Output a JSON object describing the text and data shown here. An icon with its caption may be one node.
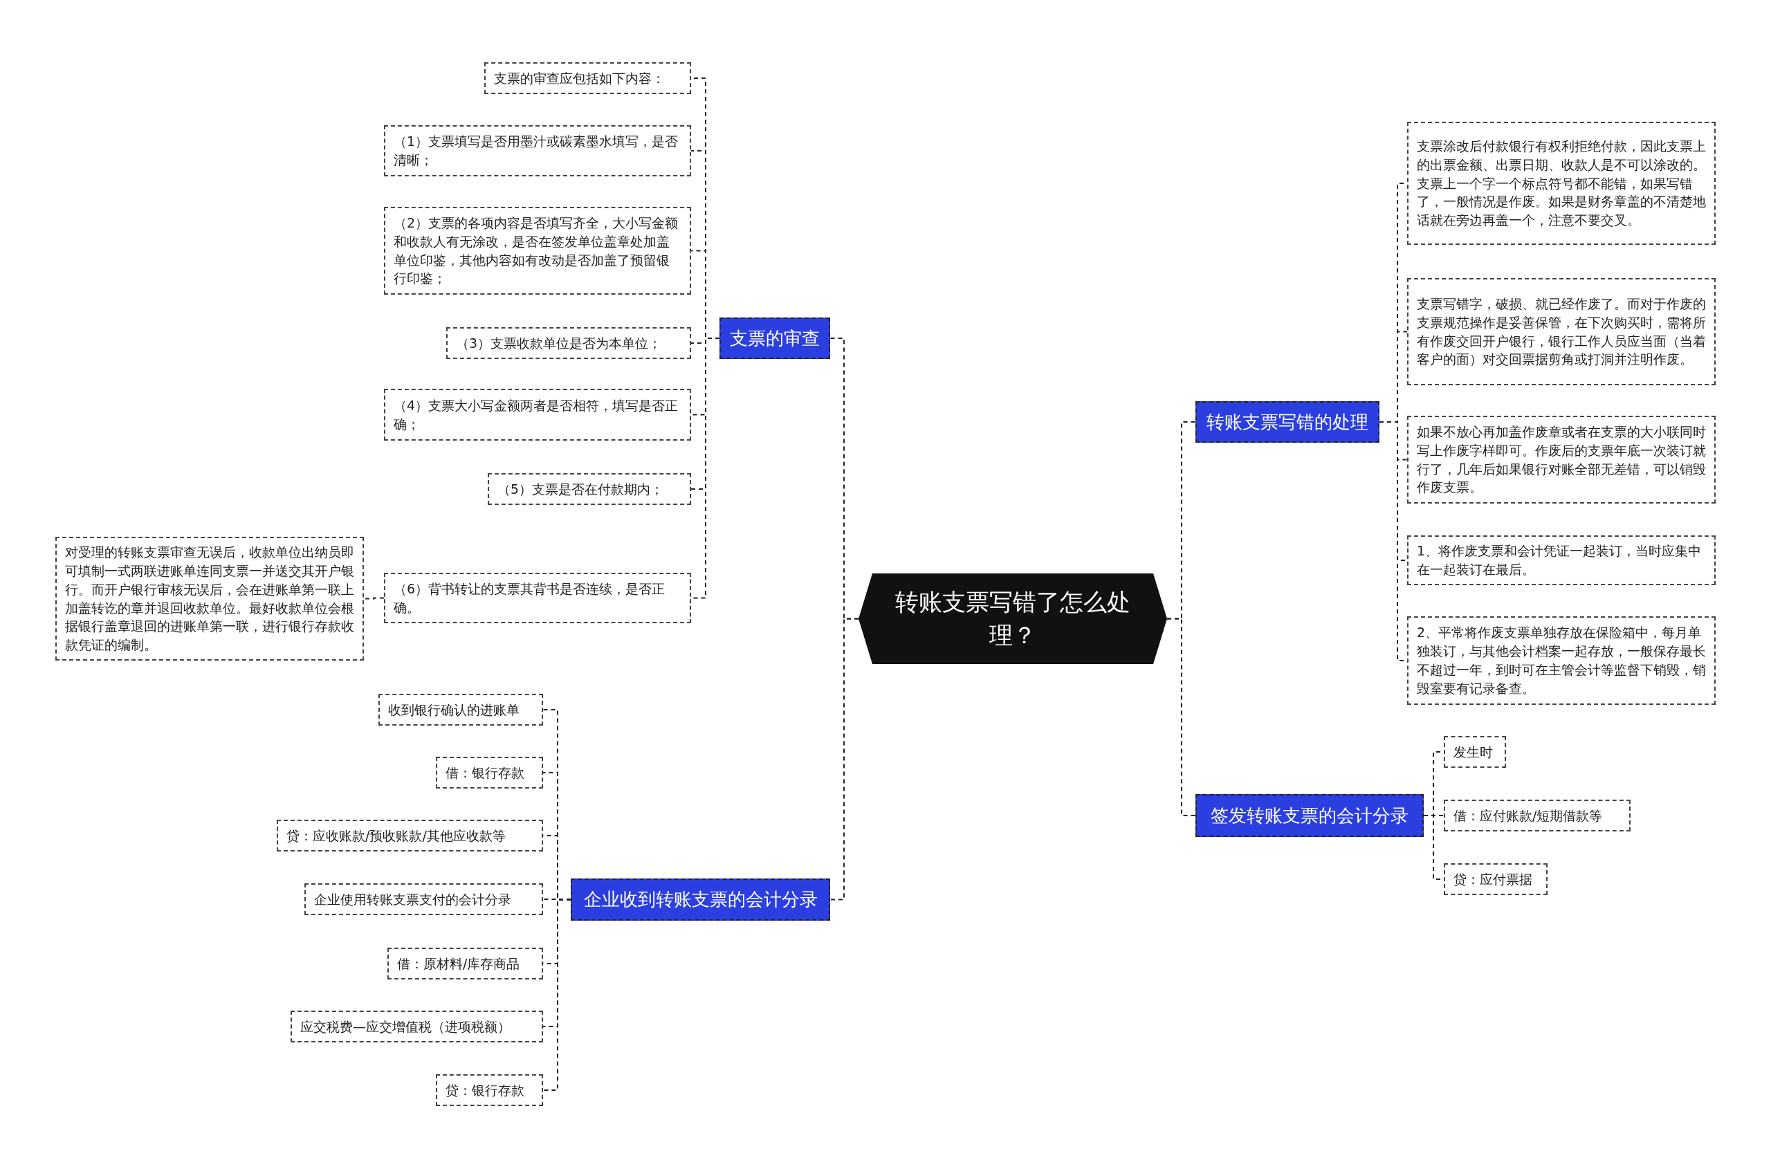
{
  "diagram": {
    "nodes": [
      {
        "text": [
          "转账支票写错了怎么处理？"
        ]
      },
      {
        "text": [
          "支票的审查"
        ]
      },
      {
        "text": [
          "支票的审查应包括如下内容："
        ]
      },
      {
        "text": [
          "（1）支票填写是否用墨汁或碳素墨水填写，是否清晰；"
        ]
      },
      {
        "text": [
          "（2）支票的各项内容是否填写齐全，大小写金额和收款人有无涂改，是否在签发单位盖章处加盖单位印鉴，其他内容如有改动是否加盖了预留银行印鉴；"
        ]
      },
      {
        "text": [
          "（3）支票收款单位是否为本单位；"
        ]
      },
      {
        "text": [
          "（4）支票大小写金额两者是否相符，填写是否正确；"
        ]
      },
      {
        "text": [
          "（5）支票是否在付款期内；"
        ]
      },
      {
        "text": [
          "（6）背书转让的支票其背书是否连续，是否正确。"
        ]
      },
      {
        "text": [
          "对受理的转账支票审查无误后，收款单位出纳员即可填制一式两联进账单连同支票一并送交其开户银行。而开户银行审核无误后，会在进账单第一联上加盖转讫的章并退回收款单位。最好收款单位会根据银行盖章退回的进账单第一联，进行银行存款收款凭证的编制。"
        ]
      },
      {
        "text": [
          "企业收到转账支票的会计分录"
        ]
      },
      {
        "text": [
          "收到银行确认的进账单"
        ]
      },
      {
        "text": [
          "借：银行存款"
        ]
      },
      {
        "text": [
          "贷：应收账款/预收账款/其他应收款等"
        ]
      },
      {
        "text": [
          "企业使用转账支票支付的会计分录"
        ]
      },
      {
        "text": [
          "借：原材料/库存商品"
        ]
      },
      {
        "text": [
          "应交税费—应交增值税（进项税额）"
        ]
      },
      {
        "text": [
          "贷：银行存款"
        ]
      },
      {
        "text": [
          "转账支票写错的处理"
        ]
      },
      {
        "text": [
          "支票涂改后付款银行有权利拒绝付款，因此支票上的出票金额、出票日期、收款人是不可以涂改的。支票上一个字一个标点符号都不能错，如果写错了，一般情况是作废。如果是财务章盖的不清楚地话就在旁边再盖一个，注意不要交叉。"
        ]
      },
      {
        "text": [
          "支票写错字，破损、就已经作废了。而对于作废的支票规范操作是妥善保管，在下次购买时，需将所有作废交回开户银行，银行工作人员应当面（当着客户的面）对交回票据剪角或打洞并注明作废。"
        ]
      },
      {
        "text": [
          "如果不放心再加盖作废章或者在支票的大小联同时写上作废字样即可。作废后的支票年底一次装订就行了，几年后如果银行对账全部无差错，可以销毁作废支票。"
        ]
      },
      {
        "text": [
          "1、将作废支票和会计凭证一起装订，当时应集中在一起装订在最后。"
        ]
      },
      {
        "text": [
          "2、平常将作废支票单独存放在保险箱中，每月单独装订，与其他会计档案一起存放，一般保存最长不超过一年，到时可在主管会计等监督下销毁，销毁室要有记录备查。"
        ]
      },
      {
        "text": [
          "签发转账支票的会计分录"
        ]
      },
      {
        "text": [
          "发生时"
        ]
      },
      {
        "text": [
          "借：应付账款/短期借款等"
        ]
      },
      {
        "text": [
          "贷：应付票据"
        ]
      }
    ],
    "edges": [
      {
        "from": 0,
        "to": 1,
        "arrow": "none",
        "style": "dashed"
      },
      {
        "from": 1,
        "to": 2,
        "arrow": "none",
        "style": "dashed"
      },
      {
        "from": 1,
        "to": 3,
        "arrow": "none",
        "style": "dashed"
      },
      {
        "from": 1,
        "to": 4,
        "arrow": "none",
        "style": "dashed"
      },
      {
        "from": 1,
        "to": 5,
        "arrow": "none",
        "style": "dashed"
      },
      {
        "from": 1,
        "to": 6,
        "arrow": "none",
        "style": "dashed"
      },
      {
        "from": 1,
        "to": 7,
        "arrow": "none",
        "style": "dashed"
      },
      {
        "from": 1,
        "to": 8,
        "arrow": "none",
        "style": "dashed"
      },
      {
        "from": 8,
        "to": 9,
        "arrow": "none",
        "style": "dashed"
      },
      {
        "from": 0,
        "to": 10,
        "arrow": "none",
        "style": "dashed"
      },
      {
        "from": 10,
        "to": 11,
        "arrow": "none",
        "style": "dashed"
      },
      {
        "from": 10,
        "to": 12,
        "arrow": "none",
        "style": "dashed"
      },
      {
        "from": 10,
        "to": 13,
        "arrow": "none",
        "style": "dashed"
      },
      {
        "from": 10,
        "to": 14,
        "arrow": "none",
        "style": "dashed"
      },
      {
        "from": 10,
        "to": 15,
        "arrow": "none",
        "style": "dashed"
      },
      {
        "from": 10,
        "to": 16,
        "arrow": "none",
        "style": "dashed"
      },
      {
        "from": 10,
        "to": 17,
        "arrow": "none",
        "style": "dashed"
      },
      {
        "from": 0,
        "to": 18,
        "arrow": "none",
        "style": "dashed"
      },
      {
        "from": 18,
        "to": 19,
        "arrow": "none",
        "style": "dashed"
      },
      {
        "from": 18,
        "to": 20,
        "arrow": "none",
        "style": "dashed"
      },
      {
        "from": 18,
        "to": 21,
        "arrow": "none",
        "style": "dashed"
      },
      {
        "from": 18,
        "to": 22,
        "arrow": "none",
        "style": "dashed"
      },
      {
        "from": 18,
        "to": 23,
        "arrow": "none",
        "style": "dashed"
      },
      {
        "from": 0,
        "to": 24,
        "arrow": "none",
        "style": "dashed"
      },
      {
        "from": 24,
        "to": 25,
        "arrow": "none",
        "style": "dashed"
      },
      {
        "from": 24,
        "to": 26,
        "arrow": "none",
        "style": "dashed"
      },
      {
        "from": 24,
        "to": 27,
        "arrow": "none",
        "style": "dashed"
      }
    ]
  }
}
